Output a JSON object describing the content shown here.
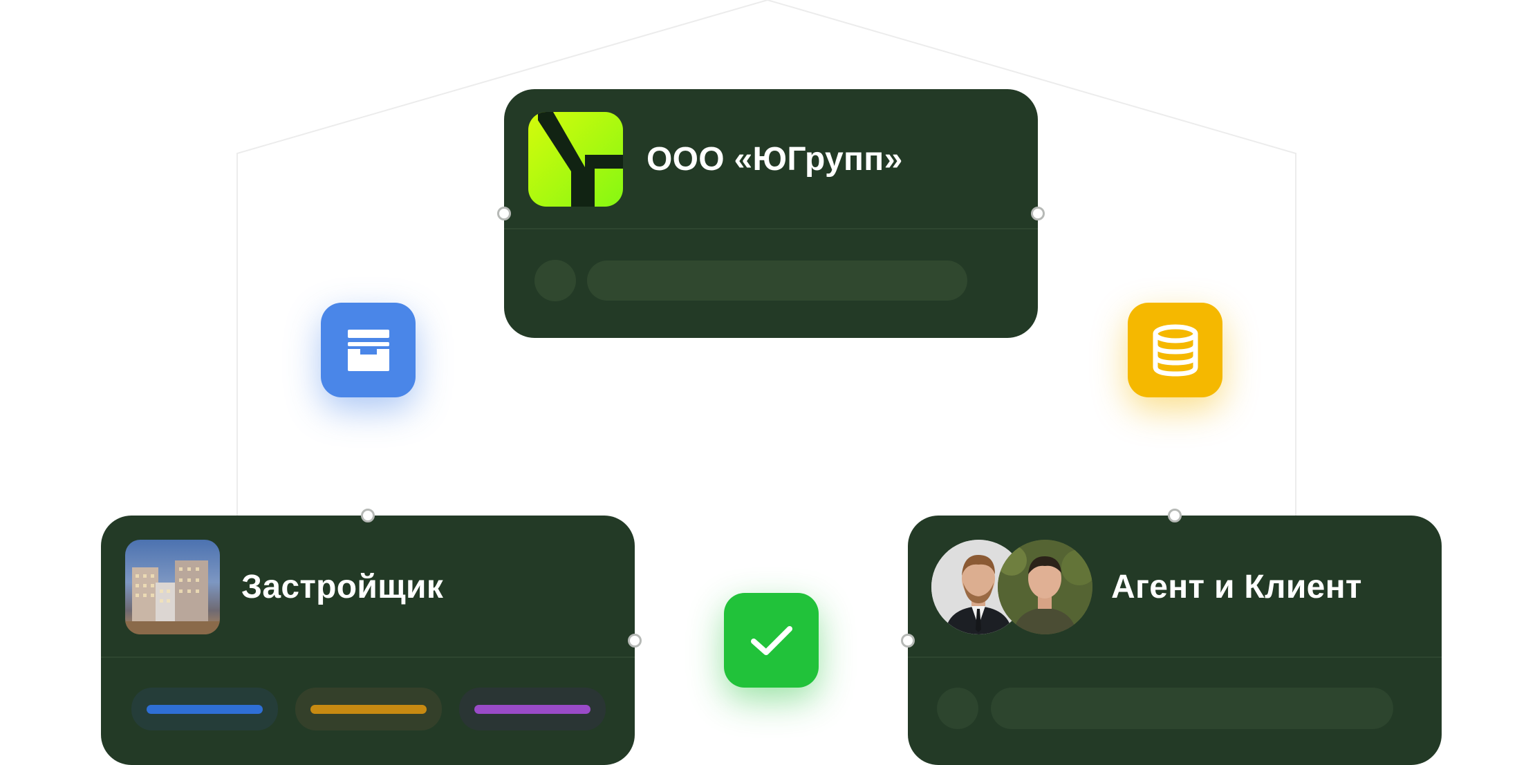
{
  "nodes": {
    "company": {
      "title": "ООО «ЮГрупп»",
      "logo_icon": "yugroup-logo-icon"
    },
    "developer": {
      "title": "Застройщик",
      "image_icon": "building-photo-icon"
    },
    "agent_client": {
      "title": "Агент и Клиент",
      "avatars": [
        "agent-avatar",
        "client-avatar"
      ]
    }
  },
  "connector_icons": {
    "left": {
      "icon": "archive-box-icon",
      "color": "#4a86e8"
    },
    "right": {
      "icon": "database-icon",
      "color": "#f5b800"
    },
    "bottom": {
      "icon": "checkmark-icon",
      "color": "#21c23a"
    }
  },
  "developer_tags": [
    {
      "color": "#2f6fd6"
    },
    {
      "color": "#c78a12"
    },
    {
      "color": "#9a4bc8"
    }
  ],
  "colors": {
    "card_bg": "#233a26",
    "skeleton": "#30482f",
    "text": "#ffffff"
  }
}
